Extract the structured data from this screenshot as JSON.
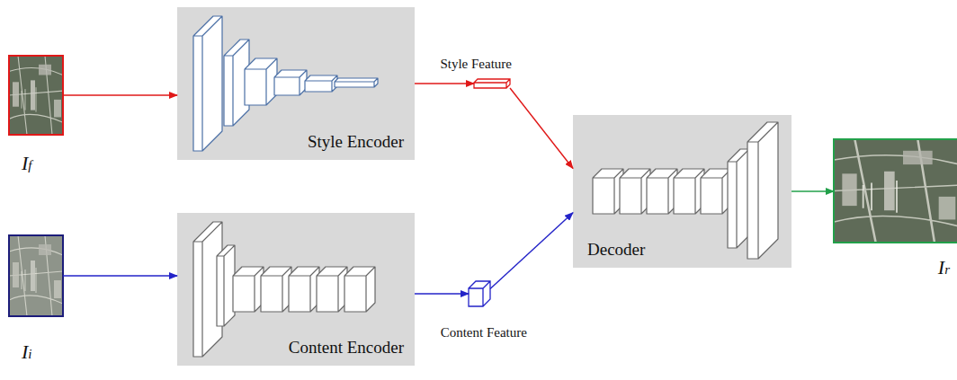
{
  "diagram": {
    "nodes": [
      {
        "text": [
          "If"
        ]
      },
      {
        "text": [
          "Style Encoder"
        ]
      },
      {
        "text": [
          "Style Feature"
        ]
      },
      {
        "text": [
          "Ii"
        ]
      },
      {
        "text": [
          "Content Encoder"
        ]
      },
      {
        "text": [
          "Content Feature"
        ]
      },
      {
        "text": [
          "Decoder"
        ]
      },
      {
        "text": [
          "Ir"
        ]
      }
    ],
    "edges": [
      {
        "from": 0,
        "to": 1,
        "arrow": "to"
      },
      {
        "from": 1,
        "to": 2,
        "arrow": "to"
      },
      {
        "from": 2,
        "to": 6,
        "arrow": "to"
      },
      {
        "from": 3,
        "to": 4,
        "arrow": "to"
      },
      {
        "from": 4,
        "to": 5,
        "arrow": "to"
      },
      {
        "from": 5,
        "to": 6,
        "arrow": "to"
      },
      {
        "from": 6,
        "to": 7,
        "arrow": "to"
      }
    ]
  }
}
